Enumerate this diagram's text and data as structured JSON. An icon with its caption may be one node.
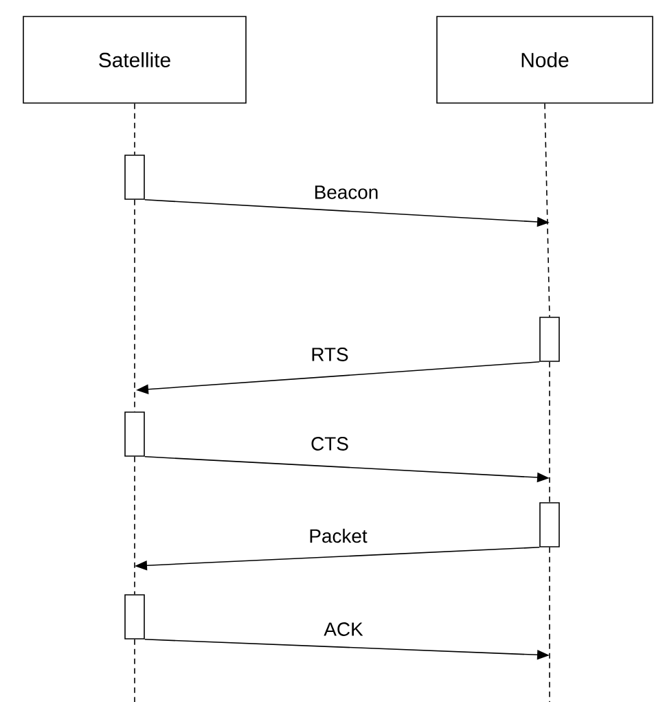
{
  "diagram": {
    "nodes": [
      {
        "text": [
          "Satellite"
        ]
      },
      {
        "text": [
          "Node"
        ]
      },
      {
        "text": [],
        "shape": "bar"
      },
      {
        "text": [],
        "shape": "bar"
      },
      {
        "text": [],
        "shape": "bar"
      },
      {
        "text": [],
        "shape": "bar"
      },
      {
        "text": [],
        "shape": "bar"
      }
    ],
    "edges": [
      {
        "from": 0,
        "to": 2,
        "arrow": "none",
        "style": "dashed"
      },
      {
        "from": 2,
        "to": 4,
        "arrow": "none",
        "style": "dashed"
      },
      {
        "from": 4,
        "to": 6,
        "arrow": "none",
        "style": "dashed"
      },
      {
        "from": 6,
        "to": null,
        "arrow": "none",
        "style": "dashed"
      },
      {
        "from": 1,
        "to": 3,
        "arrow": "none",
        "style": "dashed"
      },
      {
        "from": 3,
        "to": 5,
        "arrow": "none",
        "style": "dashed"
      },
      {
        "from": 5,
        "to": null,
        "arrow": "none",
        "style": "dashed"
      },
      {
        "from": 2,
        "to": null,
        "arrow": "to",
        "label": "Beacon"
      },
      {
        "from": 3,
        "to": null,
        "arrow": "to",
        "label": "RTS"
      },
      {
        "from": 4,
        "to": null,
        "arrow": "to",
        "label": "CTS"
      },
      {
        "from": 5,
        "to": null,
        "arrow": "to",
        "label": "Packet"
      },
      {
        "from": 6,
        "to": null,
        "arrow": "to",
        "label": "ACK"
      }
    ]
  }
}
